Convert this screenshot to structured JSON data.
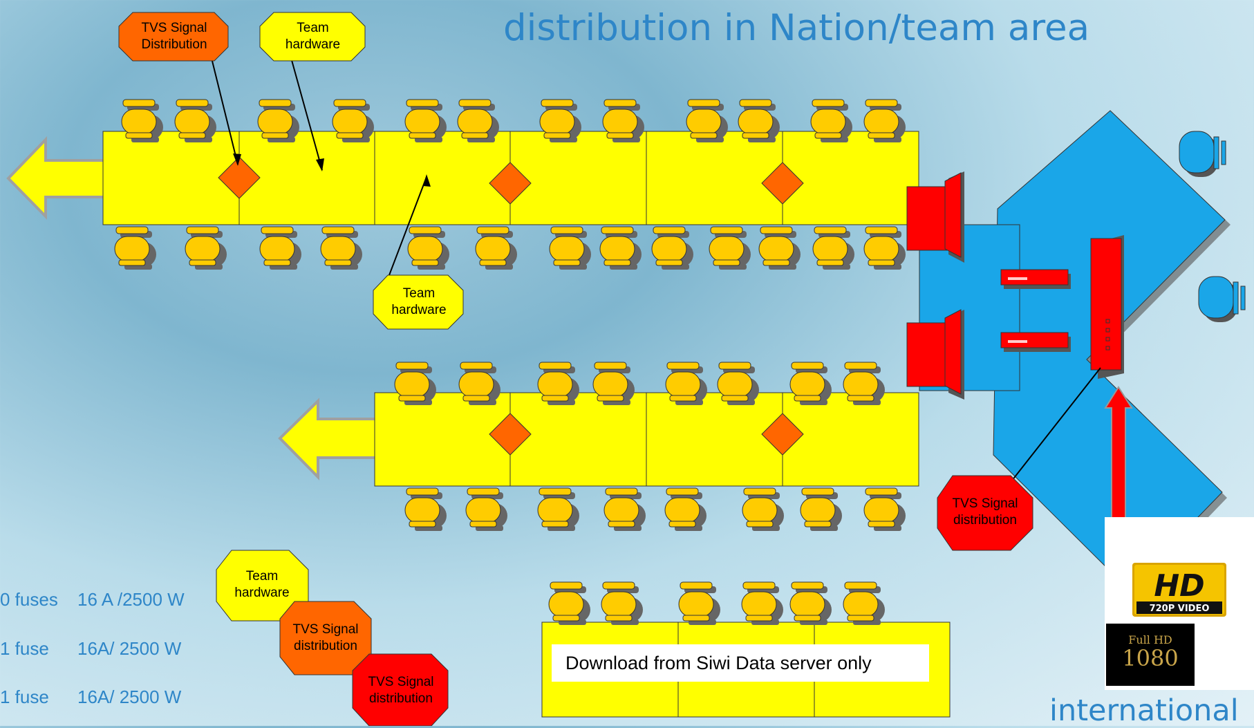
{
  "title": "distribution in Nation/team area",
  "legend": [
    {
      "count": "0 fuses",
      "rating": "16 A /2500 W"
    },
    {
      "count": "1 fuse",
      "rating": "16A/ 2500 W"
    },
    {
      "count": "1 fuse",
      "rating": "16A/ 2500 W"
    }
  ],
  "labels": {
    "tvs_orange_top": "TVS Signal Distribution",
    "team_top": "Team hardware",
    "team_mid": "Team hardware",
    "tvs_red_right": "TVS Signal distribution",
    "legend_team": "Team hardware",
    "legend_tvs_orange": "TVS Signal distribution",
    "legend_tvs_red": "TVS Signal distribution"
  },
  "download_note": "Download from Siwi Data server only",
  "footer_text": "international",
  "logos": {
    "hd_text": "HD",
    "hd_sub": "720P VIDEO",
    "fullhd_top": "Full HD",
    "fullhd_num": "1080"
  },
  "colors": {
    "table_yellow": "#ffff00",
    "chair_yellow": "#ffcc00",
    "diamond_orange": "#ff6600",
    "tvs_red": "#ff0000",
    "room_blue": "#1aa6e8",
    "title_blue": "#2e86c8"
  }
}
